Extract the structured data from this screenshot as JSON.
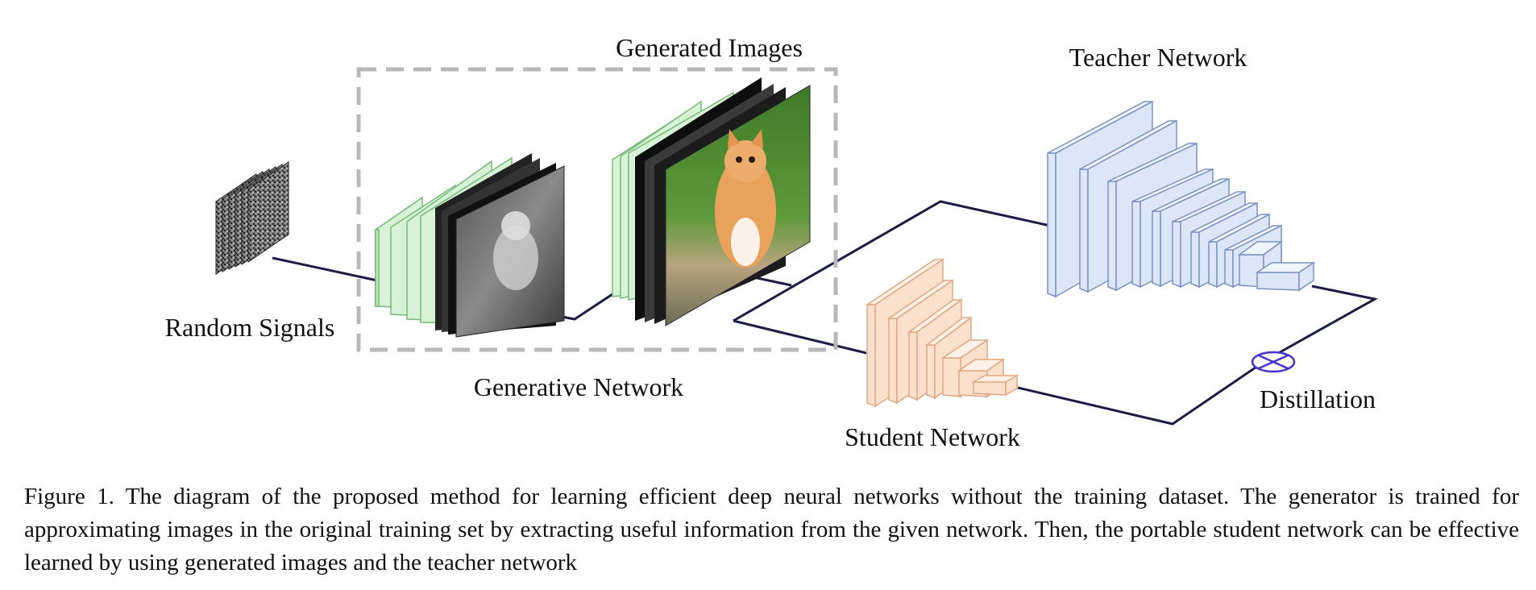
{
  "labels": {
    "random_signals": "Random Signals",
    "generated_images": "Generated Images",
    "generative_network": "Generative Network",
    "teacher_network": "Teacher Network",
    "student_network": "Student Network",
    "distillation": "Distillation"
  },
  "caption": "Figure 1. The diagram of the proposed method for learning efficient deep neural networks without the training dataset. The generator is trained for approximating images in the original training set by extracting useful information from the given network. Then, the portable student network can be effective learned by using generated images and the teacher network",
  "colors": {
    "line": "#1c1c45",
    "generator_layers": "#d6f3d6",
    "teacher_layers": "#dce6f8",
    "student_layers": "#fbe0cc",
    "dashed_box": "#b8b8b8",
    "distillation_symbol": "#4433cc"
  }
}
